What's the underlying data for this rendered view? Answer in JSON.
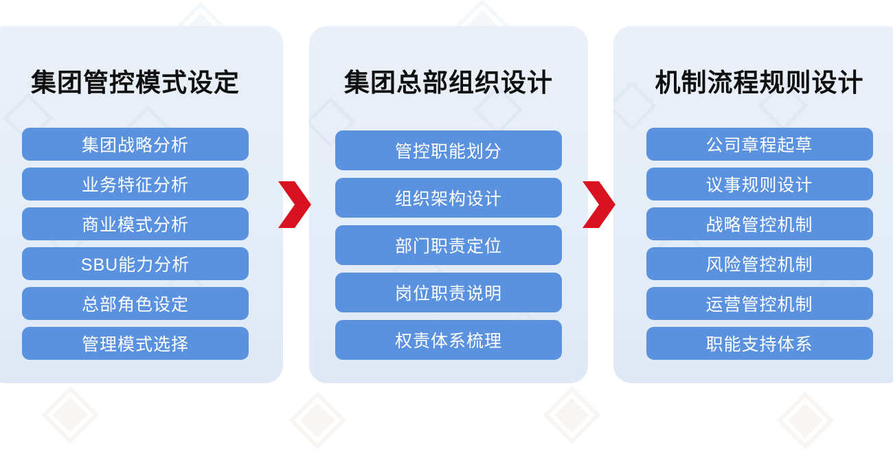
{
  "diagram": {
    "type": "three-stage-process-flow",
    "orientation": "horizontal",
    "arrow_icon": "chevron-right-icon",
    "colors": {
      "card_background_top": "#eaf0f7",
      "card_background_bottom": "#dfe9f6",
      "pill_fill": "#5b92e0",
      "pill_text": "#ffffff",
      "title_text": "#101010",
      "arrow_fill": "#d81220",
      "page_background": "#ffffff"
    },
    "stages": [
      {
        "title": "集团管控模式设定",
        "items": [
          "集团战略分析",
          "业务特征分析",
          "商业模式分析",
          "SBU能力分析",
          "总部角色设定",
          "管理模式选择"
        ]
      },
      {
        "title": "集团总部组织设计",
        "items": [
          "管控职能划分",
          "组织架构设计",
          "部门职责定位",
          "岗位职责说明",
          "权责体系梳理"
        ]
      },
      {
        "title": "机制流程规则设计",
        "items": [
          "公司章程起草",
          "议事规则设计",
          "战略管控机制",
          "风险管控机制",
          "运营管控机制",
          "职能支持体系"
        ]
      }
    ]
  }
}
